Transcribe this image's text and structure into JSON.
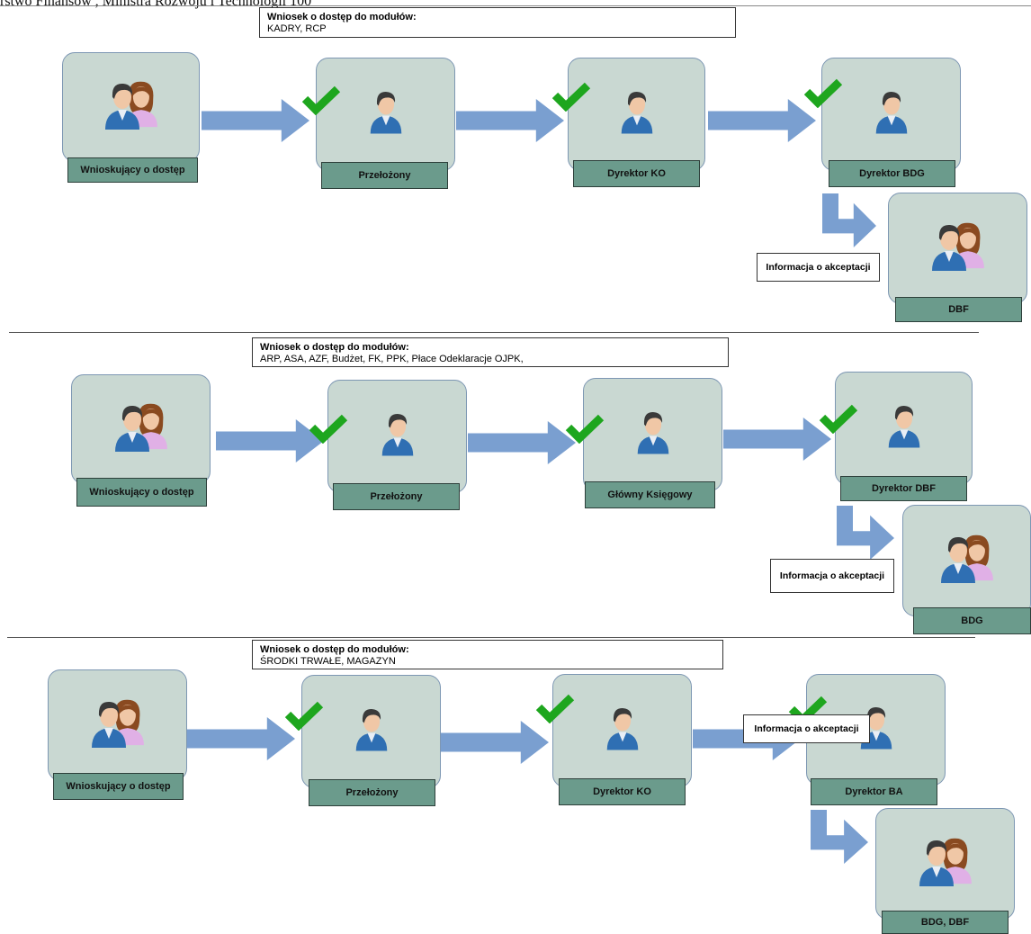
{
  "header_text": "rstwo Finansów , Ministra Rozwoju i Technologii                        100",
  "colors": {
    "node_fill": "#c9d8d2",
    "label_fill": "#6b9b8c",
    "arrow": "#7a9fd0",
    "check": "#1ea61e",
    "person_shirt": "#2f6fb3",
    "person_skin": "#f0c7a6",
    "person_hair": "#3a3a3a"
  },
  "icons": [
    "group-icon",
    "person-icon",
    "check-icon",
    "right-arrow-icon",
    "bent-arrow-icon"
  ],
  "flows": [
    {
      "request": {
        "title": "Wniosek o dostęp do modułów:",
        "modules": "KADRY, RCP"
      },
      "steps": [
        {
          "label": "Wnioskujący o dostęp",
          "approved": false
        },
        {
          "label": "Przełożony",
          "approved": true
        },
        {
          "label": "Dyrektor KO",
          "approved": true
        },
        {
          "label": "Dyrektor BDG",
          "approved": true
        }
      ],
      "notification": {
        "info": "Informacja o akceptacji",
        "recipient": "DBF"
      }
    },
    {
      "request": {
        "title": "Wniosek o dostęp do modułów:",
        "modules": "ARP, ASA, AZF, Budżet, FK, PPK, Płace Odeklaracje OJPK,"
      },
      "steps": [
        {
          "label": "Wnioskujący o dostęp",
          "approved": false
        },
        {
          "label": "Przełożony",
          "approved": true
        },
        {
          "label": "Główny Księgowy",
          "approved": true
        },
        {
          "label": "Dyrektor DBF",
          "approved": true
        }
      ],
      "notification": {
        "info": "Informacja o akceptacji",
        "recipient": "BDG"
      }
    },
    {
      "request": {
        "title": "Wniosek o dostęp do modułów:",
        "modules": "ŚRODKI TRWAŁE, MAGAZYN"
      },
      "steps": [
        {
          "label": "Wnioskujący o dostęp",
          "approved": false
        },
        {
          "label": "Przełożony",
          "approved": true
        },
        {
          "label": "Dyrektor KO",
          "approved": true
        },
        {
          "label": "Dyrektor BA",
          "approved": true
        }
      ],
      "notification": {
        "info": "Informacja o akceptacji",
        "recipient": "BDG, DBF"
      }
    }
  ]
}
